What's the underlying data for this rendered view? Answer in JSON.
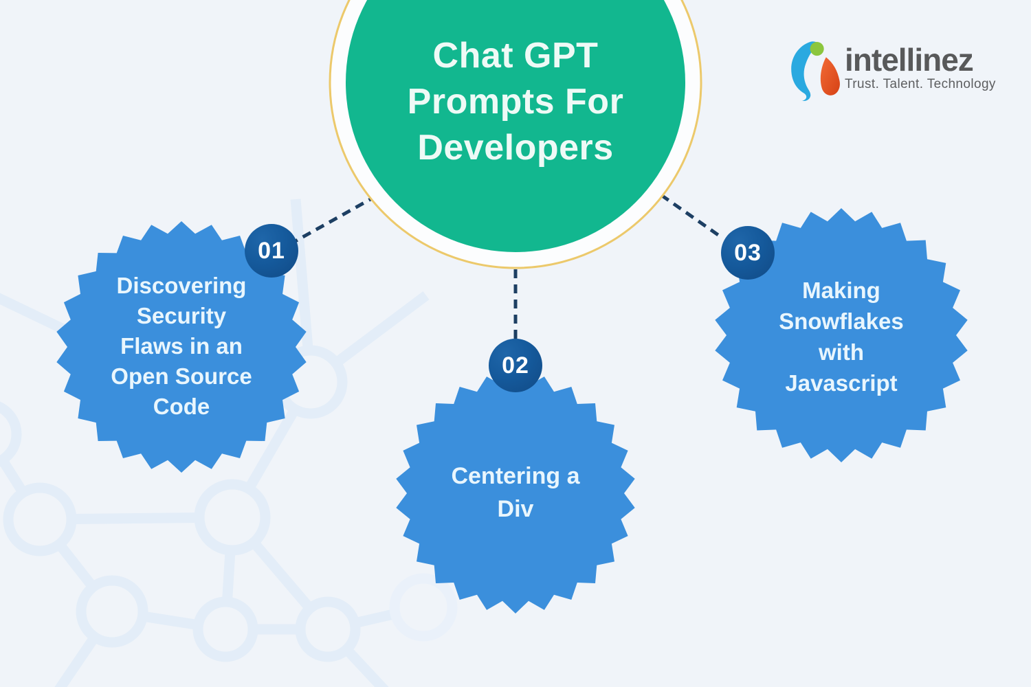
{
  "title": {
    "lines": [
      "Chat GPT",
      "Prompts For",
      "Developers"
    ]
  },
  "logo": {
    "name": "intellinez",
    "tagline": "Trust. Talent. Technology"
  },
  "items": [
    {
      "number": "01",
      "lines": [
        "Discovering",
        "Security",
        "Flaws in an",
        "Open Source",
        "Code"
      ]
    },
    {
      "number": "02",
      "lines": [
        "Centering a",
        "Div"
      ]
    },
    {
      "number": "03",
      "lines": [
        "Making",
        "Snowflakes",
        "with",
        "Javascript"
      ]
    }
  ],
  "colors": {
    "background": "#f0f4f9",
    "network_pattern": "#e3edf8",
    "center_circle": "#12b78f",
    "ring_gold": "#ecc96b",
    "title_text": "#eefaf6",
    "starburst_blue": "#3b8fdc",
    "starburst_text": "#e9f6fd",
    "badge_navy": "#155a9c",
    "badge_text": "#ffffff",
    "connector_navy": "#1d3f63",
    "logo_gray": "#58595a",
    "logo_blue": "#2aa9e0",
    "logo_green": "#8cc63e",
    "logo_orange": "#e65325"
  }
}
